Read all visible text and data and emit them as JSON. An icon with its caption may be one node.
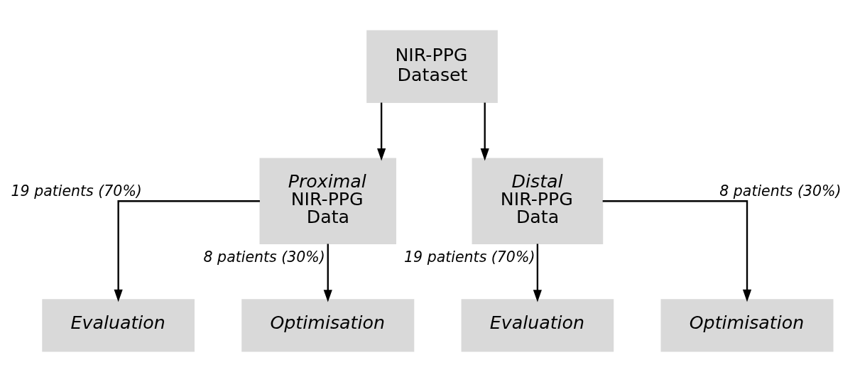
{
  "diagram": {
    "nodes": [
      {
        "text": [
          "NIR-PPG Dataset"
        ]
      },
      {
        "text": [
          "*Proximal* NIR-PPG Data"
        ]
      },
      {
        "text": [
          "*Distal* NIR-PPG Data"
        ]
      },
      {
        "text": [
          "Evaluation"
        ]
      },
      {
        "text": [
          "Optimisation"
        ]
      },
      {
        "text": [
          "Evaluation"
        ]
      },
      {
        "text": [
          "Optimisation"
        ]
      }
    ],
    "edges": [
      {
        "from": 0,
        "to": 1,
        "arrow": "to"
      },
      {
        "from": 0,
        "to": 2,
        "arrow": "to"
      },
      {
        "from": 1,
        "to": 3,
        "arrow": "to",
        "label": "19 patients (70%)"
      },
      {
        "from": 1,
        "to": 4,
        "arrow": "to",
        "label": "8 patients (30%)"
      },
      {
        "from": 2,
        "to": 5,
        "arrow": "to",
        "label": "19 patients (70%)"
      },
      {
        "from": 2,
        "to": 6,
        "arrow": "to",
        "label": "8 patients (30%)"
      }
    ]
  }
}
